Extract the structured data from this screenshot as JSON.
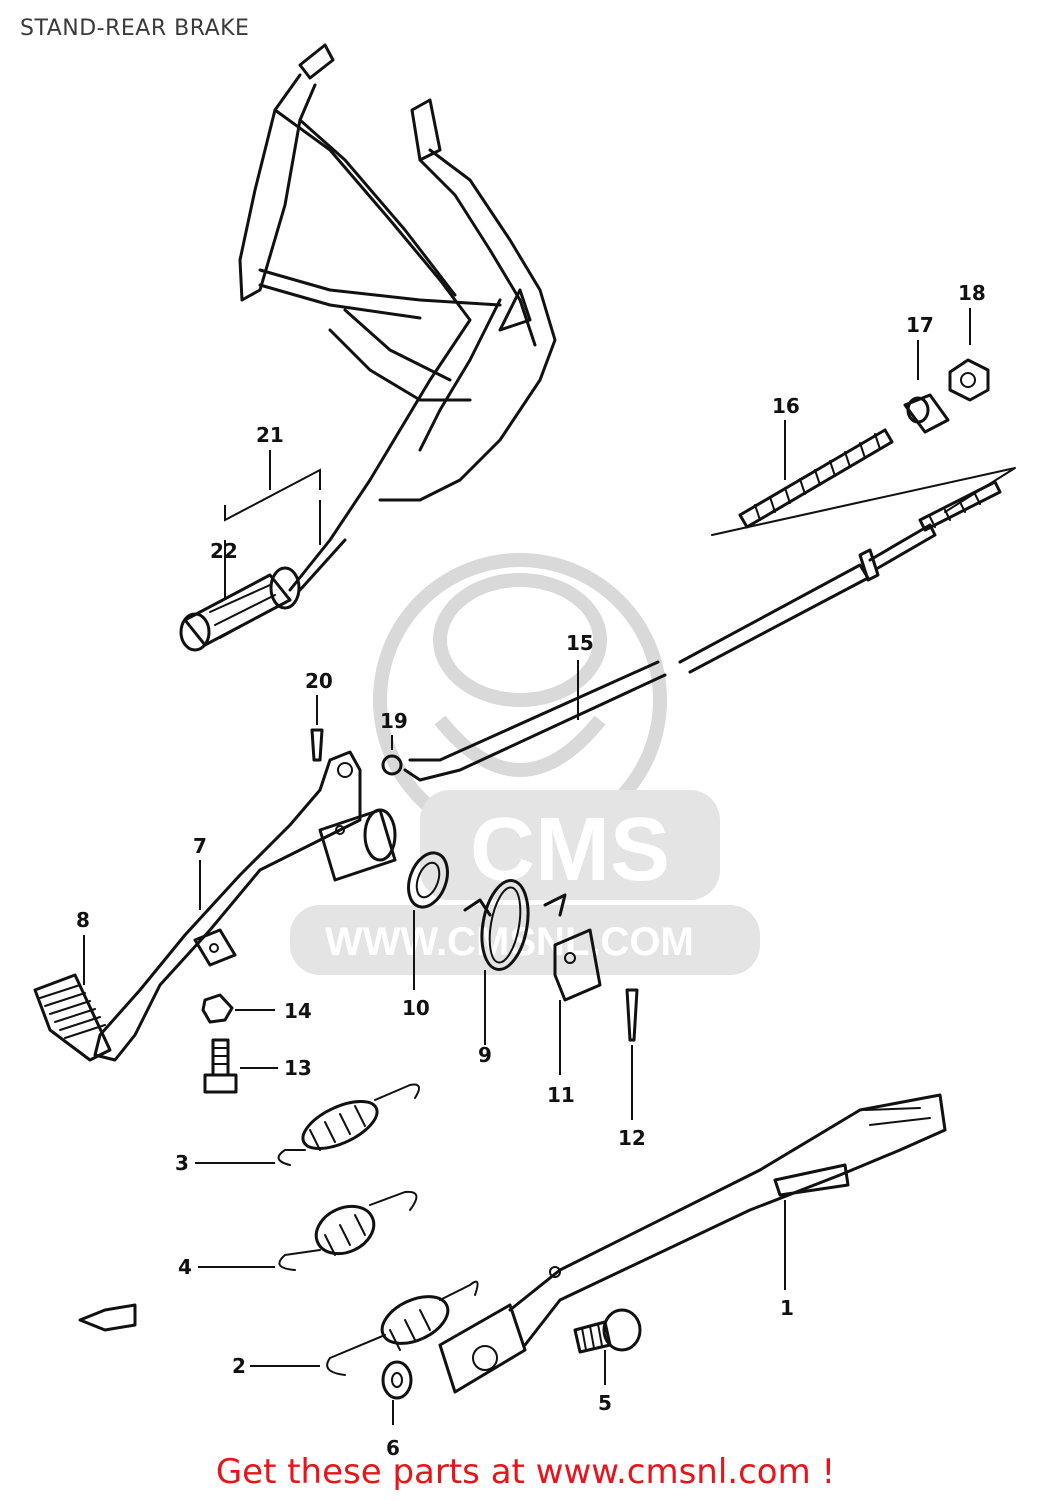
{
  "title": "STAND-REAR BRAKE",
  "watermark": {
    "brand": "CMS",
    "url": "WWW.CMSNL.COM"
  },
  "callouts": [
    "1",
    "2",
    "3",
    "4",
    "5",
    "6",
    "7",
    "8",
    "9",
    "10",
    "11",
    "12",
    "13",
    "14",
    "15",
    "16",
    "17",
    "18",
    "19",
    "20",
    "21",
    "22"
  ],
  "footer": "Get these parts at www.cmsnl.com !",
  "colors": {
    "ink": "#111111",
    "title": "#3a3a3a",
    "footer": "#e8141c",
    "watermark": "#e4e4e4"
  }
}
